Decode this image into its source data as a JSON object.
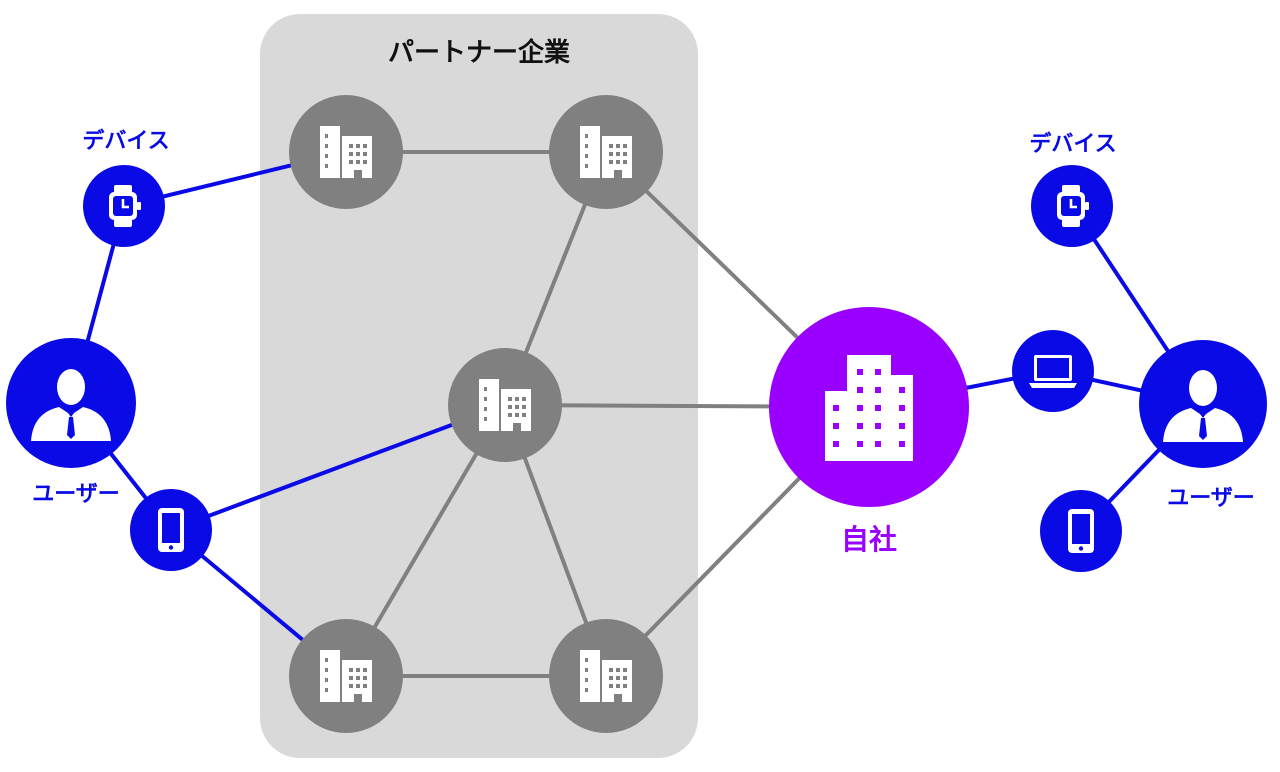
{
  "partner_group": {
    "title": "パートナー企業"
  },
  "own_company": {
    "label": "自社"
  },
  "left_cluster": {
    "device_label": "デバイス",
    "user_label": "ユーザー"
  },
  "right_cluster": {
    "device_label": "デバイス",
    "user_label": "ユーザー"
  },
  "colors": {
    "user_blue": "#0a0ae6",
    "own_purple": "#9900ff",
    "partner_gray": "#808080",
    "panel_gray": "#d9d9d9"
  },
  "icons": {
    "partner_company": "building-icon",
    "own_company": "building-icon",
    "watch": "smartwatch-icon",
    "phone": "smartphone-icon",
    "laptop": "laptop-icon",
    "user": "businessman-icon"
  }
}
